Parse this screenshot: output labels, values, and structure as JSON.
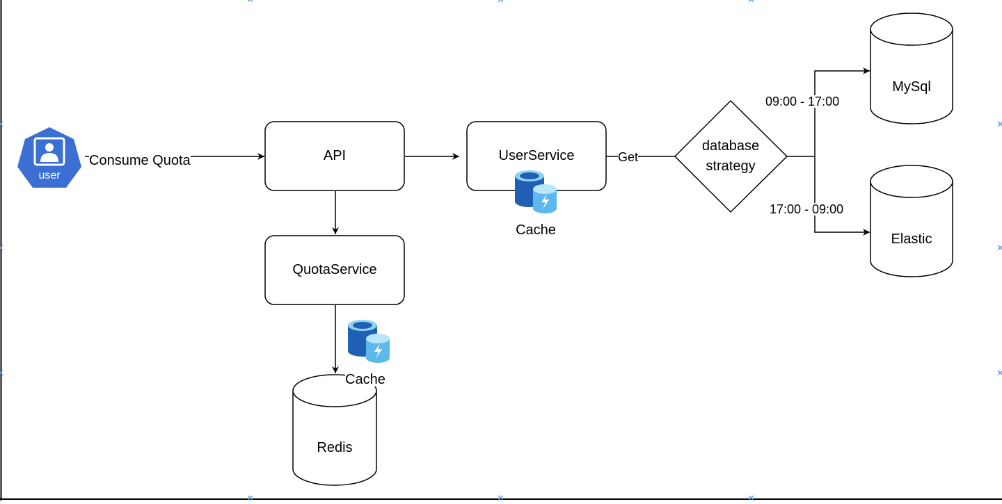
{
  "nodes": {
    "user": {
      "label": "user"
    },
    "api": {
      "label": "API"
    },
    "userservice": {
      "label": "UserService"
    },
    "quotaservice": {
      "label": "QuotaService"
    },
    "strategy": {
      "line1": "database",
      "line2": "strategy"
    },
    "mysql": {
      "label": "MySql"
    },
    "elastic": {
      "label": "Elastic"
    },
    "redis": {
      "label": "Redis"
    }
  },
  "cache_icons": [
    {
      "label": "Cache"
    },
    {
      "label": "Cache"
    }
  ],
  "edges": {
    "consume_quota": "Consume Quota",
    "get": "Get",
    "daytime": "09:00 - 17:00",
    "nighttime": "17:00 - 09:00"
  },
  "colors": {
    "user_icon": "#3c6fd4",
    "cache_dark": "#1f5fb4",
    "cache_light": "#8fd3f4",
    "bolt": "#ffffff",
    "stroke": "#000000",
    "guide_marker": "#4a90e2"
  },
  "icons": {
    "user": "user-icon",
    "cache": "cache-icon",
    "guide": "guide-marker"
  }
}
